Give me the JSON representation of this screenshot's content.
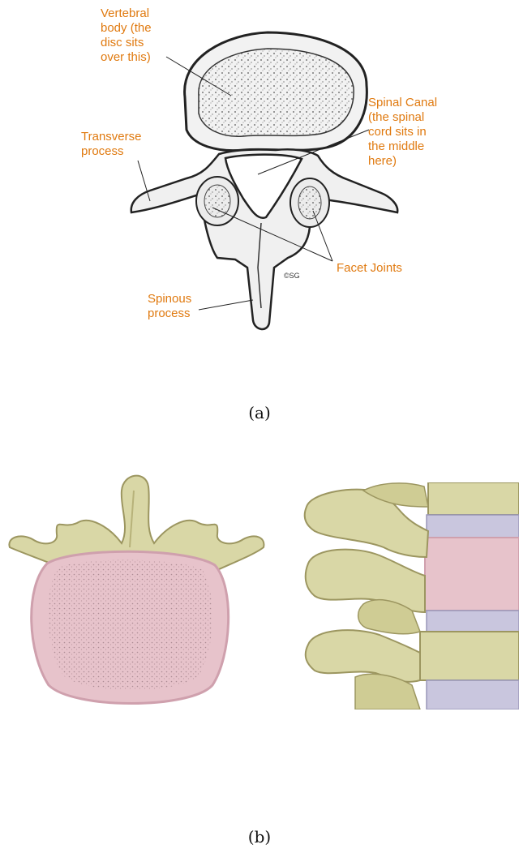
{
  "panel_a": {
    "labels": {
      "vertebral_body": "Vertebral\nbody (the\ndisc sits\nover this)",
      "spinal_canal": "Spinal Canal\n(the spinal\ncord sits in\nthe middle\nhere)",
      "transverse_process": "Transverse\nprocess",
      "facet_joints": "Facet Joints",
      "spinous_process": "Spinous\nprocess"
    },
    "signature": "©SG",
    "label_color": "#e07a10",
    "caption": "(a)"
  },
  "panel_b": {
    "caption": "(b)",
    "colors": {
      "bone": "#d9d7a6",
      "bone_shade": "#b7b27a",
      "disc": "#e7c3cb",
      "disc_shade": "#cfa0ad",
      "disc_lateral": "#c9c6de"
    }
  }
}
